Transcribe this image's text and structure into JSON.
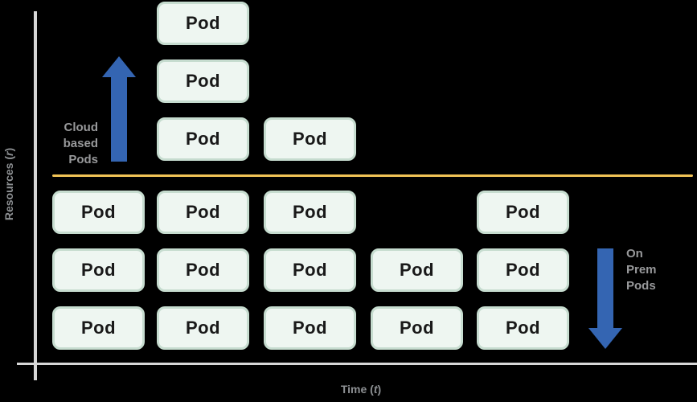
{
  "background": "#000000",
  "colors": {
    "arrow_blue": "#3465b2",
    "divider_orange": "#f1c356",
    "pod_fill": "#eef6f1",
    "pod_border": "#c6dccf",
    "pod_text": "#191919",
    "axis_gray": "#d7d7d7",
    "label_gray": "#98999b",
    "axis_label_gray": "#8d9093"
  },
  "axes": {
    "y_label_pre": "Resources (",
    "y_label_var": "r",
    "y_label_post": ")",
    "x_label_pre": "Time (",
    "x_label_var": "t",
    "x_label_post": ")"
  },
  "labels": {
    "cloud": [
      "Cloud",
      "based",
      "Pods"
    ],
    "onprem": [
      "On",
      "Prem",
      "Pods"
    ]
  },
  "icons": {
    "up_arrow": "scale-up-arrow",
    "down_arrow": "scale-down-arrow"
  },
  "pod_label": "Pod",
  "pods": [
    {
      "col": "2",
      "row": "a1",
      "zone": "cloud"
    },
    {
      "col": "2",
      "row": "a2",
      "zone": "cloud"
    },
    {
      "col": "2",
      "row": "a3",
      "zone": "cloud"
    },
    {
      "col": "3",
      "row": "a3",
      "zone": "cloud"
    },
    {
      "col": "1",
      "row": "b1",
      "zone": "onprem"
    },
    {
      "col": "2",
      "row": "b1",
      "zone": "onprem"
    },
    {
      "col": "3",
      "row": "b1",
      "zone": "onprem"
    },
    {
      "col": "5",
      "row": "b1",
      "zone": "onprem"
    },
    {
      "col": "1",
      "row": "b2",
      "zone": "onprem"
    },
    {
      "col": "2",
      "row": "b2",
      "zone": "onprem"
    },
    {
      "col": "3",
      "row": "b2",
      "zone": "onprem"
    },
    {
      "col": "4",
      "row": "b2",
      "zone": "onprem"
    },
    {
      "col": "5",
      "row": "b2",
      "zone": "onprem"
    },
    {
      "col": "1",
      "row": "b3",
      "zone": "onprem"
    },
    {
      "col": "2",
      "row": "b3",
      "zone": "onprem"
    },
    {
      "col": "3",
      "row": "b3",
      "zone": "onprem"
    },
    {
      "col": "4",
      "row": "b3",
      "zone": "onprem"
    },
    {
      "col": "5",
      "row": "b3",
      "zone": "onprem"
    }
  ]
}
